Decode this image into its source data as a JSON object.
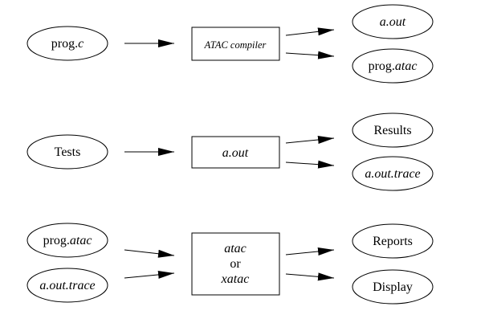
{
  "row1": {
    "input": {
      "plain": "prog.",
      "italic": "c"
    },
    "process": {
      "italic": "ATAC compiler"
    },
    "outputs": [
      {
        "plain": "",
        "italic": "a.out"
      },
      {
        "plain": "prog.",
        "italic": "atac"
      }
    ]
  },
  "row2": {
    "input": {
      "plain": "Tests"
    },
    "process": {
      "italic": "a.out"
    },
    "outputs": [
      {
        "plain": "Results",
        "italic": ""
      },
      {
        "plain": "",
        "italic": "a.out.trace"
      }
    ]
  },
  "row3": {
    "inputs": [
      {
        "plain": "prog.",
        "italic": "atac"
      },
      {
        "plain": "",
        "italic": "a.out.trace"
      }
    ],
    "process": {
      "line1": "atac",
      "line2": "or",
      "line3": "xatac"
    },
    "outputs": [
      {
        "plain": "Reports",
        "italic": ""
      },
      {
        "plain": "Display",
        "italic": ""
      }
    ]
  }
}
